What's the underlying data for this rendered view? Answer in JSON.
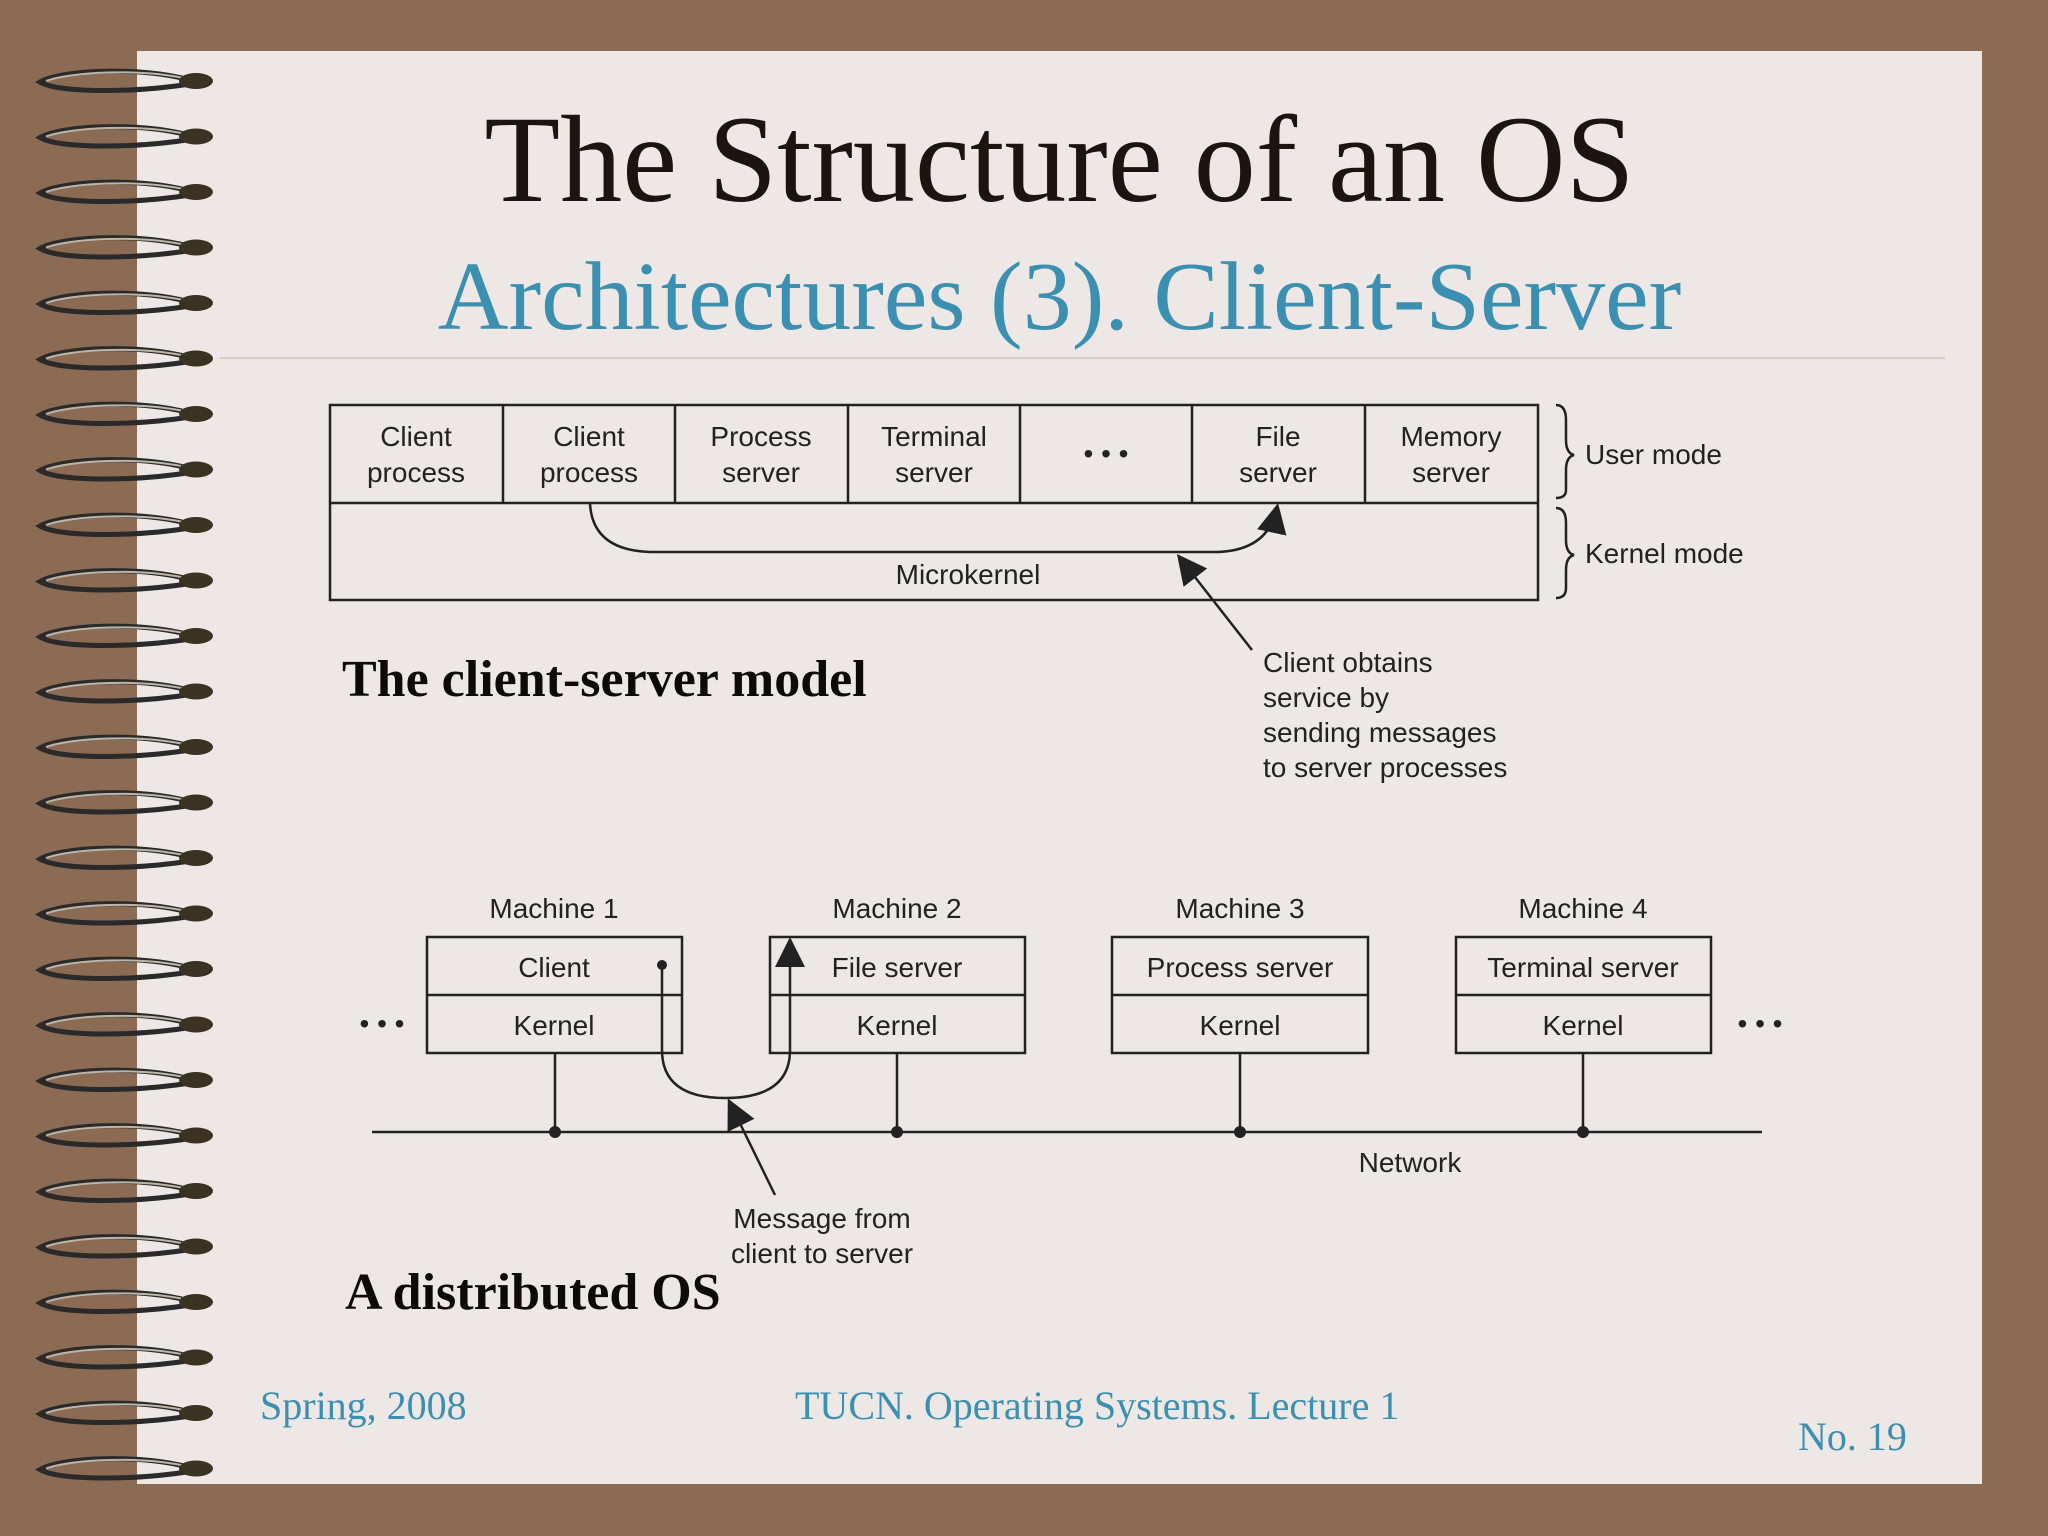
{
  "slide": {
    "title": "The Structure of an OS",
    "subtitle": "Architectures (3). Client-Server"
  },
  "microkernel_diagram": {
    "boxes": [
      "Client process",
      "Client process",
      "Process server",
      "Terminal server",
      "• • •",
      "File server",
      "Memory server"
    ],
    "box_lines": [
      [
        "Client",
        "process"
      ],
      [
        "Client",
        "process"
      ],
      [
        "Process",
        "server"
      ],
      [
        "Terminal",
        "server"
      ],
      [
        "• • •"
      ],
      [
        "File",
        "server"
      ],
      [
        "Memory",
        "server"
      ]
    ],
    "kernel_label": "Microkernel",
    "user_mode_label": "User mode",
    "kernel_mode_label": "Kernel mode",
    "note_lines": [
      "Client obtains",
      "service by",
      "sending messages",
      "to server processes"
    ],
    "caption": "The client-server model"
  },
  "distributed_diagram": {
    "machines": [
      {
        "name": "Machine 1",
        "service": "Client",
        "kernel": "Kernel"
      },
      {
        "name": "Machine 2",
        "service": "File server",
        "kernel": "Kernel"
      },
      {
        "name": "Machine 3",
        "service": "Process server",
        "kernel": "Kernel"
      },
      {
        "name": "Machine 4",
        "service": "Terminal server",
        "kernel": "Kernel"
      }
    ],
    "ellipsis": "• • •",
    "network_label": "Network",
    "message_lines": [
      "Message from",
      "client to server"
    ],
    "caption": "A distributed OS"
  },
  "footer": {
    "left": "Spring, 2008",
    "center": "TUCN. Operating Systems. Lecture 1",
    "page": "No. 19"
  },
  "colors": {
    "background": "#8c6b55",
    "slide": "#ede8e5",
    "accent": "#3b8fb0"
  }
}
